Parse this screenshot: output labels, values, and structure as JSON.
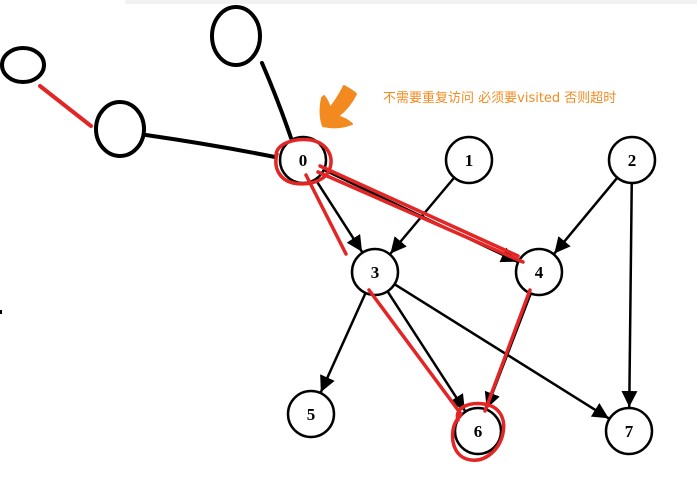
{
  "graph": {
    "nodes": [
      {
        "id": "0",
        "label": "0"
      },
      {
        "id": "1",
        "label": "1"
      },
      {
        "id": "2",
        "label": "2"
      },
      {
        "id": "3",
        "label": "3"
      },
      {
        "id": "4",
        "label": "4"
      },
      {
        "id": "5",
        "label": "5"
      },
      {
        "id": "6",
        "label": "6"
      },
      {
        "id": "7",
        "label": "7"
      }
    ],
    "edges": [
      {
        "from": "0",
        "to": "3"
      },
      {
        "from": "0",
        "to": "4"
      },
      {
        "from": "1",
        "to": "3"
      },
      {
        "from": "2",
        "to": "4"
      },
      {
        "from": "2",
        "to": "7"
      },
      {
        "from": "3",
        "to": "5"
      },
      {
        "from": "3",
        "to": "6"
      },
      {
        "from": "3",
        "to": "7"
      },
      {
        "from": "4",
        "to": "6"
      }
    ],
    "node_stroke_color": "#000000",
    "edge_color": "#000000"
  },
  "annotation": {
    "text": "不需要重复访问 必须要visited 否则超时",
    "text_color": "#f28a1f",
    "arrow_color": "#f28a1f",
    "highlight_color": "#e32525"
  }
}
